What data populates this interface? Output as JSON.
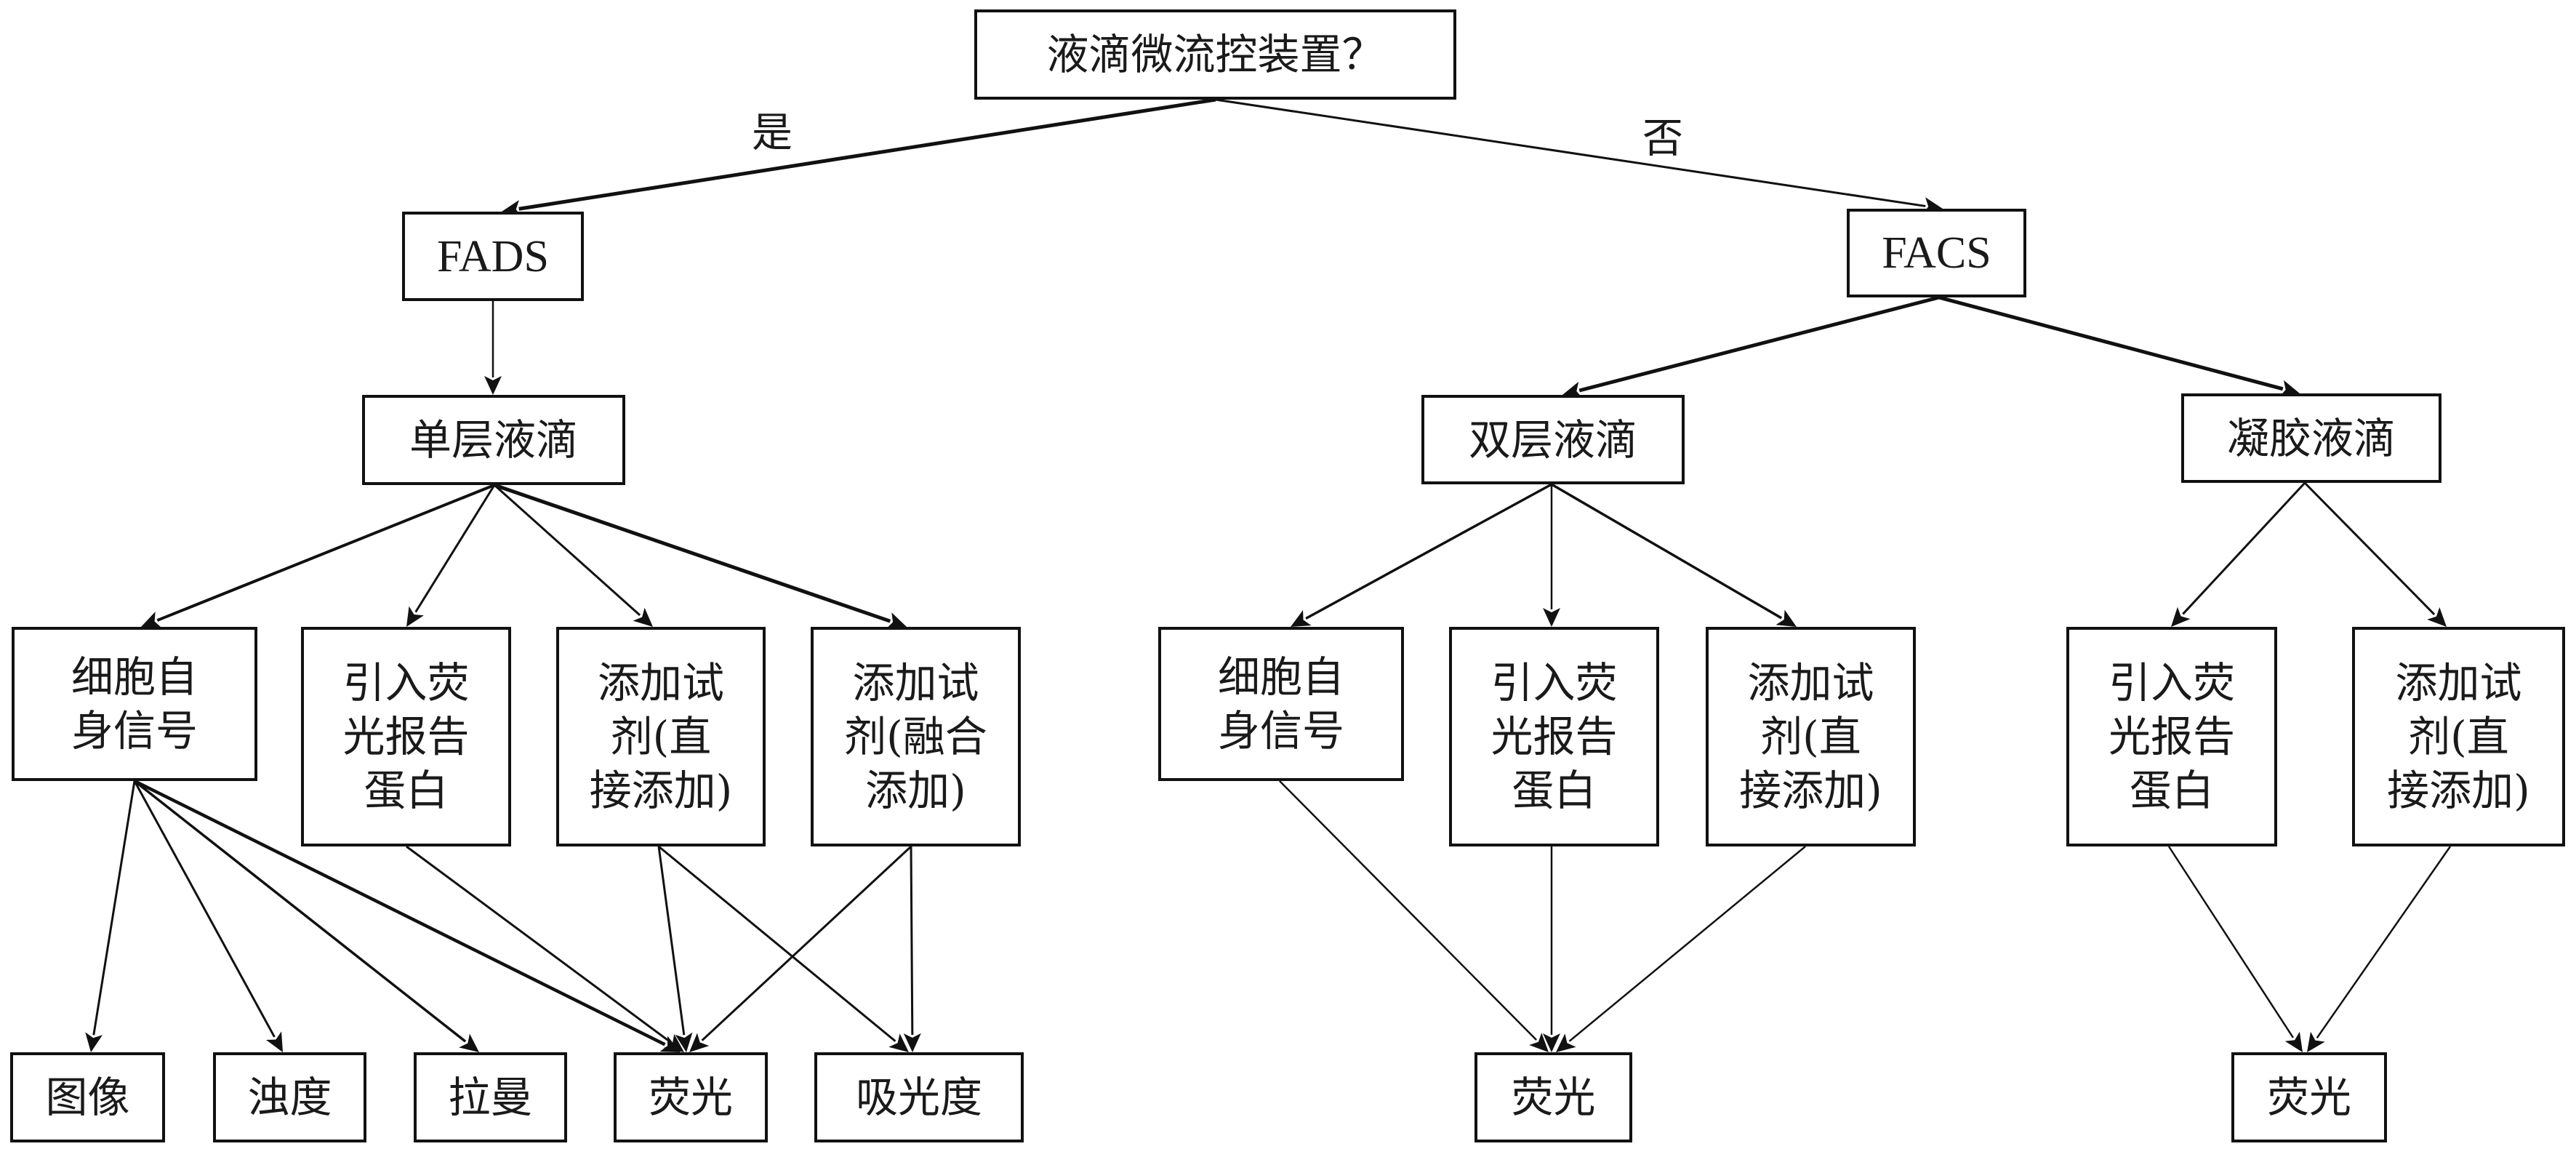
{
  "diagram": {
    "root": {
      "id": "root",
      "label": "液滴微流控装置？"
    },
    "edge_labels": {
      "yes": "是",
      "no": "否"
    },
    "nodes": {
      "fads": "FADS",
      "facs": "FACS",
      "single_layer": "单层液滴",
      "double_layer": "双层液滴",
      "gel_droplet": "凝胶液滴",
      "fads_cell_signal": "细胞自\n身信号",
      "fads_reporter": "引入荧\n光报告\n蛋白",
      "fads_direct_add": "添加试\n剂(直\n接添加)",
      "fads_fusion_add": "添加试\n剂(融合\n添加)",
      "dbl_cell_signal": "细胞自\n身信号",
      "dbl_reporter": "引入荧\n光报告\n蛋白",
      "dbl_direct_add": "添加试\n剂(直\n接添加)",
      "gel_reporter": "引入荧\n光报告\n蛋白",
      "gel_direct_add": "添加试\n剂(直\n接添加)",
      "out_image": "图像",
      "out_turbidity": "浊度",
      "out_raman": "拉曼",
      "out_fluor_fads": "荧光",
      "out_absorbance": "吸光度",
      "out_fluor_dbl": "荧光",
      "out_fluor_gel": "荧光"
    },
    "edges": [
      {
        "from": "root",
        "to": "fads",
        "label": "yes"
      },
      {
        "from": "root",
        "to": "facs",
        "label": "no"
      },
      {
        "from": "fads",
        "to": "single_layer"
      },
      {
        "from": "facs",
        "to": "double_layer"
      },
      {
        "from": "facs",
        "to": "gel_droplet"
      },
      {
        "from": "single_layer",
        "to": "fads_cell_signal"
      },
      {
        "from": "single_layer",
        "to": "fads_reporter"
      },
      {
        "from": "single_layer",
        "to": "fads_direct_add"
      },
      {
        "from": "single_layer",
        "to": "fads_fusion_add"
      },
      {
        "from": "double_layer",
        "to": "dbl_cell_signal"
      },
      {
        "from": "double_layer",
        "to": "dbl_reporter"
      },
      {
        "from": "double_layer",
        "to": "dbl_direct_add"
      },
      {
        "from": "gel_droplet",
        "to": "gel_reporter"
      },
      {
        "from": "gel_droplet",
        "to": "gel_direct_add"
      },
      {
        "from": "fads_cell_signal",
        "to": "out_image"
      },
      {
        "from": "fads_cell_signal",
        "to": "out_turbidity"
      },
      {
        "from": "fads_cell_signal",
        "to": "out_raman"
      },
      {
        "from": "fads_cell_signal",
        "to": "out_fluor_fads"
      },
      {
        "from": "fads_reporter",
        "to": "out_fluor_fads"
      },
      {
        "from": "fads_direct_add",
        "to": "out_fluor_fads"
      },
      {
        "from": "fads_direct_add",
        "to": "out_absorbance"
      },
      {
        "from": "fads_fusion_add",
        "to": "out_fluor_fads"
      },
      {
        "from": "fads_fusion_add",
        "to": "out_absorbance"
      },
      {
        "from": "dbl_cell_signal",
        "to": "out_fluor_dbl"
      },
      {
        "from": "dbl_reporter",
        "to": "out_fluor_dbl"
      },
      {
        "from": "dbl_direct_add",
        "to": "out_fluor_dbl"
      },
      {
        "from": "gel_reporter",
        "to": "out_fluor_gel"
      },
      {
        "from": "gel_direct_add",
        "to": "out_fluor_gel"
      }
    ],
    "colors": {
      "stroke": "#111111",
      "text": "#1a1a1a",
      "background": "#ffffff"
    }
  }
}
